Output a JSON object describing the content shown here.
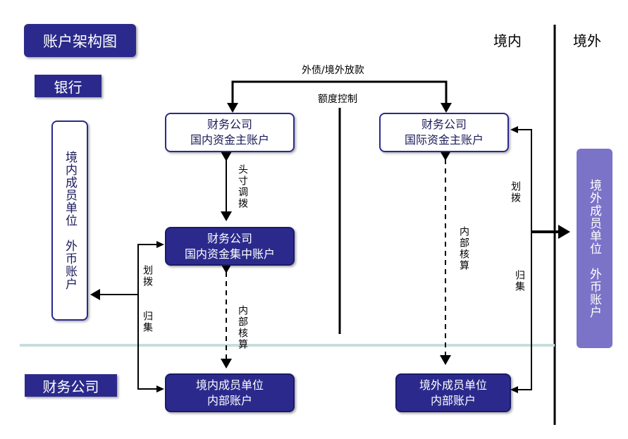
{
  "title": "账户架构图",
  "lanes": {
    "bank": "银行",
    "finance_company": "财务公司"
  },
  "regions": {
    "domestic": "境内",
    "overseas": "境外"
  },
  "nodes": {
    "fc_domestic_main": {
      "line1": "财务公司",
      "line2": "国内资金主账户"
    },
    "fc_intl_main": {
      "line1": "财务公司",
      "line2": "国际资金主账户"
    },
    "fc_domestic_pool": {
      "line1": "财务公司",
      "line2": "国内资金集中账户"
    },
    "domestic_member_internal": {
      "line1": "境内成员单位",
      "line2": "内部账户"
    },
    "overseas_member_internal": {
      "line1": "境外成员单位",
      "line2": "内部账户"
    },
    "domestic_member_fx": {
      "line1": "境内成员单位",
      "line2": "外币账户"
    },
    "overseas_member_fx": {
      "line1": "境外成员单位",
      "line2": "外币账户"
    }
  },
  "edge_labels": {
    "foreign_debt": "外债/境外放款",
    "quota_control": "额度控制",
    "position_transfer": "头寸调拨",
    "internal_accounting_left": "内部核算",
    "internal_accounting_right": "内部核算",
    "allocate_left": "划拨",
    "collect_left": "归集",
    "allocate_right": "划拨",
    "collect_right": "归集"
  },
  "colors": {
    "primary": "#2b2a8c",
    "overseas_box": "#7b73c8",
    "divider": "#c8dcdc"
  }
}
